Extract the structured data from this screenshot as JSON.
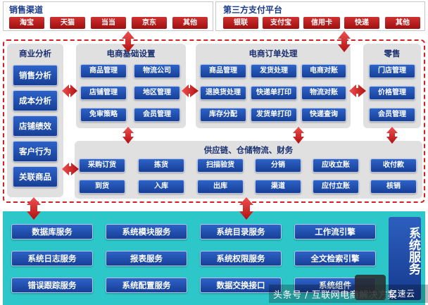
{
  "sales_channels": {
    "title": "销售渠道",
    "items": [
      "淘宝",
      "天猫",
      "当当",
      "京东",
      "其他"
    ]
  },
  "payment_platforms": {
    "title": "第三方支付平台",
    "items": [
      "银联",
      "支付宝",
      "信用卡",
      "快递",
      "其他"
    ]
  },
  "business_analysis": {
    "title": "商业分析",
    "items": [
      "销售分析",
      "成本分析",
      "店铺绩效",
      "客户行为",
      "关联商品"
    ]
  },
  "ecom_settings": {
    "title": "电商基础设置",
    "items": [
      "商品管理",
      "物流公司",
      "店铺管理",
      "地区管理",
      "免审策略",
      "会员管理"
    ]
  },
  "ecom_orders": {
    "title": "电商订单处理",
    "items": [
      "商品管理",
      "发货处理",
      "电商对账",
      "退换货处理",
      "快递单打印",
      "物流对账",
      "库存分配",
      "发货单打印",
      "快递查询"
    ]
  },
  "retail": {
    "title": "零售",
    "items": [
      "门店管理",
      "价格管理",
      "会员管理"
    ]
  },
  "supply_chain": {
    "title": "供应链、仓储物流、财务",
    "items": [
      "采购订货",
      "拣货",
      "扫描验货",
      "分销",
      "应收立账",
      "收付款",
      "到货",
      "入库",
      "出库",
      "渠道",
      "应付立账",
      "核销"
    ]
  },
  "system_services": {
    "title": "系统服务",
    "items": [
      "数据库服务",
      "系统模块服务",
      "系统目录服务",
      "工作流引擎",
      "系统日志服务",
      "报表服务",
      "系统权限服务",
      "全文检索引擎",
      "错误跟踪服务",
      "系统配置服务",
      "数据交换接口",
      "系统组件"
    ]
  },
  "watermark": {
    "text": "头条号 / 互联网电商解决方案",
    "logo_text": "亿速云"
  },
  "colors": {
    "channel_red": "#c01818",
    "module_blue": "#1f4fb0",
    "panel_gray": "#e0e0e0",
    "service_teal": "#2ec7c9",
    "arrow_red": "#d42020",
    "dashed_border": "#d42020"
  }
}
